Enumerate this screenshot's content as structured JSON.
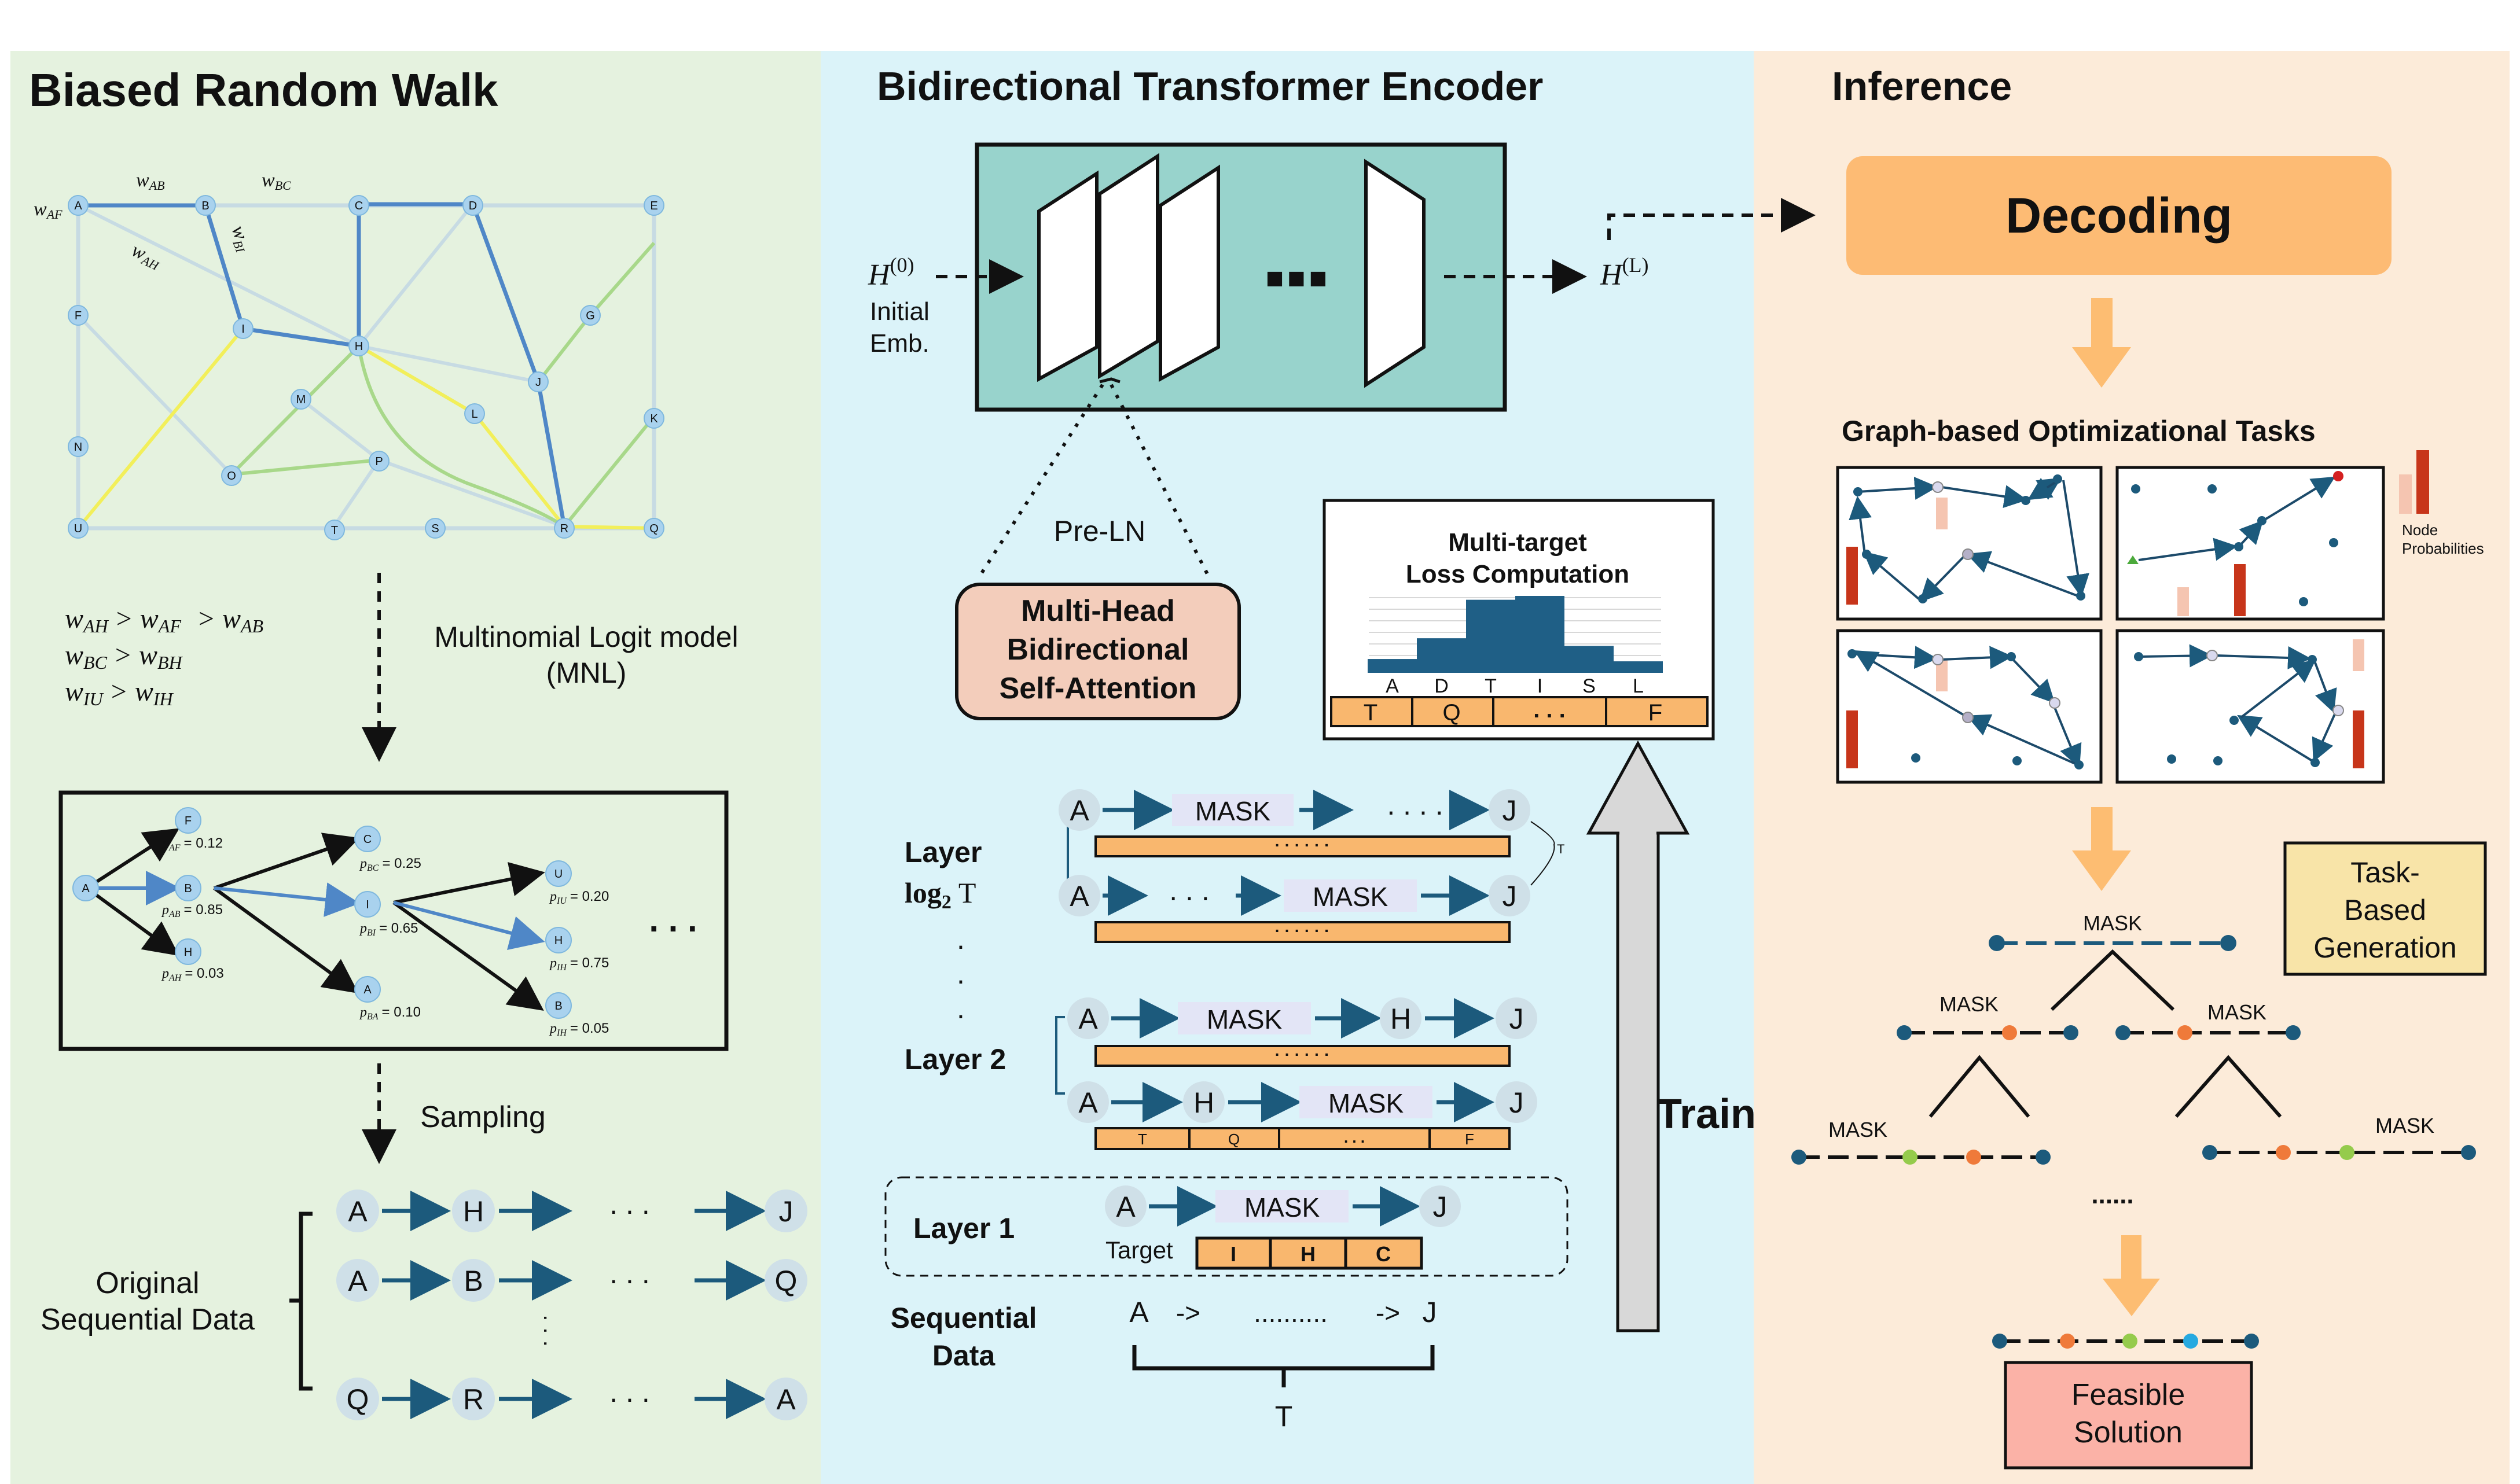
{
  "panels": {
    "left_title": "Biased Random Walk",
    "middle_title": "Bidirectional Transformer Encoder",
    "right_title": "Inference"
  },
  "colors": {
    "left_bg": "#e5f2df",
    "middle_bg": "#dbf3f9",
    "right_bg": "#fcebd9",
    "graph_node": "#a9d2ee",
    "graph_edge_default": "#c7dbe3",
    "graph_edge_blue": "#4f87c7",
    "graph_edge_green": "#a8d88a",
    "graph_edge_yellow": "#f2ef5a",
    "encoder_box": "#98d3cc",
    "attention_box": "#f3cdbb",
    "decoding_box": "#fdbb74",
    "orange_arrow": "#fdbd72",
    "sequence_bar": "#f9b76e",
    "loss_bar": "#1f5f86",
    "task_box": "#f8e4a8",
    "solution_box": "#fbb2a7",
    "chain_dark": "#1c5a7c",
    "chain_orange": "#ef7a3a",
    "chain_green": "#95cb4c",
    "chain_cyan": "#26a9e0",
    "prob_bar_dark": "#c7351a",
    "prob_bar_light": "#f5c5b1",
    "train_arrow": "#d8d8d8"
  },
  "graph": {
    "node_labels": [
      "A",
      "B",
      "C",
      "D",
      "E",
      "F",
      "G",
      "H",
      "I",
      "J",
      "K",
      "L",
      "M",
      "N",
      "O",
      "P",
      "Q",
      "R",
      "S",
      "T",
      "U"
    ],
    "weights": {
      "w_ab": "w",
      "w_ab_sub": "AB",
      "w_bc": "w",
      "w_bc_sub": "BC",
      "w_af": "w",
      "w_af_sub": "AF",
      "w_ah": "w",
      "w_ah_sub": "AH",
      "w_bi": "w",
      "w_bi_sub": "BI"
    }
  },
  "inequalities": [
    {
      "a": "w",
      "a_sub": "AH",
      "op1": ">",
      "b": "w",
      "b_sub": "AF",
      "op2": ">",
      "c": "w",
      "c_sub": "AB"
    },
    {
      "a": "w",
      "a_sub": "BC",
      "op1": ">",
      "b": "w",
      "b_sub": "BH"
    },
    {
      "a": "w",
      "a_sub": "IU",
      "op1": ">",
      "b": "w",
      "b_sub": "IH"
    }
  ],
  "mnl": {
    "line1": "Multinomial Logit model",
    "line2": "(MNL)"
  },
  "tree": {
    "root": "A",
    "level1": [
      {
        "node": "F",
        "p": "p",
        "p_sub": "AF",
        "val": "= 0.12"
      },
      {
        "node": "B",
        "p": "p",
        "p_sub": "AB",
        "val": "= 0.85"
      },
      {
        "node": "H",
        "p": "p",
        "p_sub": "AH",
        "val": "= 0.03"
      }
    ],
    "level2": [
      {
        "node": "C",
        "p": "p",
        "p_sub": "BC",
        "val": "= 0.25"
      },
      {
        "node": "I",
        "p": "p",
        "p_sub": "BI",
        "val": "= 0.65"
      },
      {
        "node": "A",
        "p": "p",
        "p_sub": "BA",
        "val": "= 0.10"
      }
    ],
    "level3": [
      {
        "node": "U",
        "p": "p",
        "p_sub": "IU",
        "val": "= 0.20"
      },
      {
        "node": "H",
        "p": "p",
        "p_sub": "IH",
        "val": "= 0.75"
      },
      {
        "node": "B",
        "p": "p",
        "p_sub": "IH",
        "val": "= 0.05"
      }
    ],
    "ellipsis": ". . ."
  },
  "sampling": "Sampling",
  "original": {
    "line1": "Original",
    "line2": "Sequential Data",
    "rows": [
      {
        "start": "A",
        "second": "H",
        "dots": ". . .",
        "end": "J"
      },
      {
        "start": "A",
        "second": "B",
        "dots": ". . .",
        "end": "Q"
      },
      {
        "start": "Q",
        "second": "R",
        "dots": ". . .",
        "end": "A"
      }
    ],
    "vdots": ". . ."
  },
  "encoder": {
    "h0": "H",
    "h0_sup": "(0)",
    "initial1": "Initial",
    "initial2": "Emb.",
    "hl": "H",
    "hl_sup": "(L)",
    "dots": "■■■",
    "preln": "Pre-LN",
    "attention1": "Multi-Head",
    "attention2": "Bidirectional",
    "attention3": "Self-Attention"
  },
  "loss": {
    "title1": "Multi-target",
    "title2": "Loss Computation",
    "hist_labels": [
      "A",
      "D",
      "T",
      "I",
      "S",
      "L"
    ],
    "hist_values": [
      0.18,
      0.45,
      0.95,
      1.0,
      0.35,
      0.15
    ],
    "bar_cells": [
      "T",
      "Q",
      ". . .",
      "F"
    ]
  },
  "layers": {
    "layer_log_1": "Layer",
    "layer_log_2": "log",
    "layer_log_sub": "2",
    "layer_log_T": "T",
    "layer2": "Layer 2",
    "layer1": "Layer 1",
    "mask": "MASK",
    "dots3": ". . . .",
    "dots_short": ". . .",
    "bar_dots": "· · · · · ·",
    "T_small": "T",
    "vdots": ".",
    "seq": {
      "A": "A",
      "H": "H",
      "J": "J"
    },
    "target_label": "Target",
    "target_cells": [
      "I",
      "H",
      "C"
    ],
    "layer2_cells": [
      "T",
      "Q",
      ". . .",
      "F"
    ]
  },
  "sequential": {
    "line1": "Sequential",
    "line2": "Data",
    "seq_start": "A",
    "arrow1": "->",
    "dots": "..........",
    "arrow2": "->",
    "seq_end": "J",
    "brace_label": "T"
  },
  "train": "Train",
  "inference": {
    "decoding": "Decoding",
    "tasks_title": "Graph-based Optimizational Tasks",
    "legend1": "Node",
    "legend2": "Probabilities",
    "task_gen1": "Task-",
    "task_gen2": "Based",
    "task_gen3": "Generation",
    "mask": "MASK",
    "dots": "......",
    "solution1": "Feasible",
    "solution2": "Solution"
  }
}
